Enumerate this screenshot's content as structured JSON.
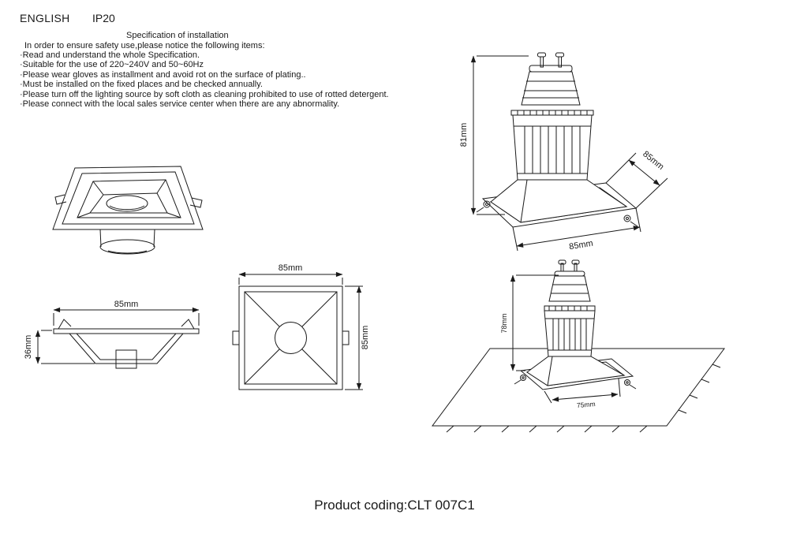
{
  "header": {
    "language": "ENGLISH",
    "ip_rating": "IP20"
  },
  "spec": {
    "title": "Specification of installation",
    "intro": "In order to ensure safety use,please notice the following items:",
    "items": [
      "·Read and understand the whole Specification.",
      "·Suitable for the use of 220~240V and 50~60Hz",
      "·Please wear gloves as installment and avoid rot on the surface of plating..",
      "·Must be installed on the fixed places and be checked annually.",
      "·Please turn off the lighting source by soft cloth as cleaning prohibited to use of rotted detergent.",
      "·Please connect with the local sales service center when there are any abnormality."
    ]
  },
  "dims": {
    "side_width": "85mm",
    "side_height": "36mm",
    "front_width": "85mm",
    "front_height": "85mm",
    "assembly_height": "81mm",
    "assembly_side": "85mm",
    "assembly_width": "85mm",
    "install_depth": "78mm",
    "install_cutout": "75mm"
  },
  "footer": {
    "product_coding": "Product coding:CLT 007C1"
  },
  "colors": {
    "line": "#1a1a1a",
    "background": "#ffffff"
  }
}
